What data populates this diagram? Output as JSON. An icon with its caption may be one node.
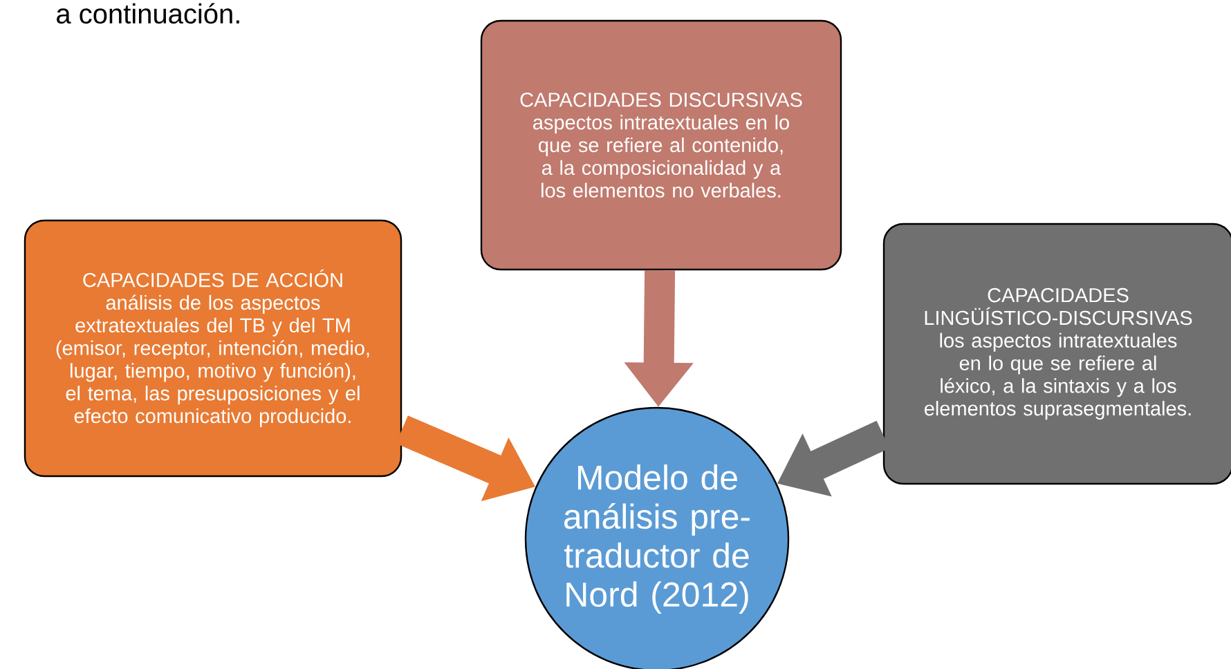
{
  "diagram": {
    "nodes": [
      {
        "text": [
          "Modelo de análisis pre-traductor de Nord (2012)"
        ]
      },
      {
        "text": [
          "CAPACIDADES DE ACCIÓN",
          "análisis de los aspectos extratextuales del TB y del TM (emisor, receptor, intención, medio, lugar, tiempo, motivo y función), el tema, las presuposiciones y el efecto comunicativo producido."
        ]
      },
      {
        "text": [
          "CAPACIDADES DISCURSIVAS",
          "aspectos intratextuales en lo que se refiere al contenido, a la composicionalidad y a los elementos no verbales."
        ]
      },
      {
        "text": [
          "CAPACIDADES LINGÜÍSTICO-DISCURSIVAS",
          "los aspectos intratextuales en lo que se refiere al léxico, a la sintaxis y a los elementos suprasegmentales."
        ]
      }
    ],
    "edges": [
      {
        "from": 1,
        "to": 0,
        "arrow": "to",
        "color": "#e87a33"
      },
      {
        "from": 2,
        "to": 0,
        "arrow": "to",
        "color": "#c07a6e"
      },
      {
        "from": 3,
        "to": 0,
        "arrow": "to",
        "color": "#707070"
      }
    ],
    "labels": [
      "a continuación."
    ]
  }
}
